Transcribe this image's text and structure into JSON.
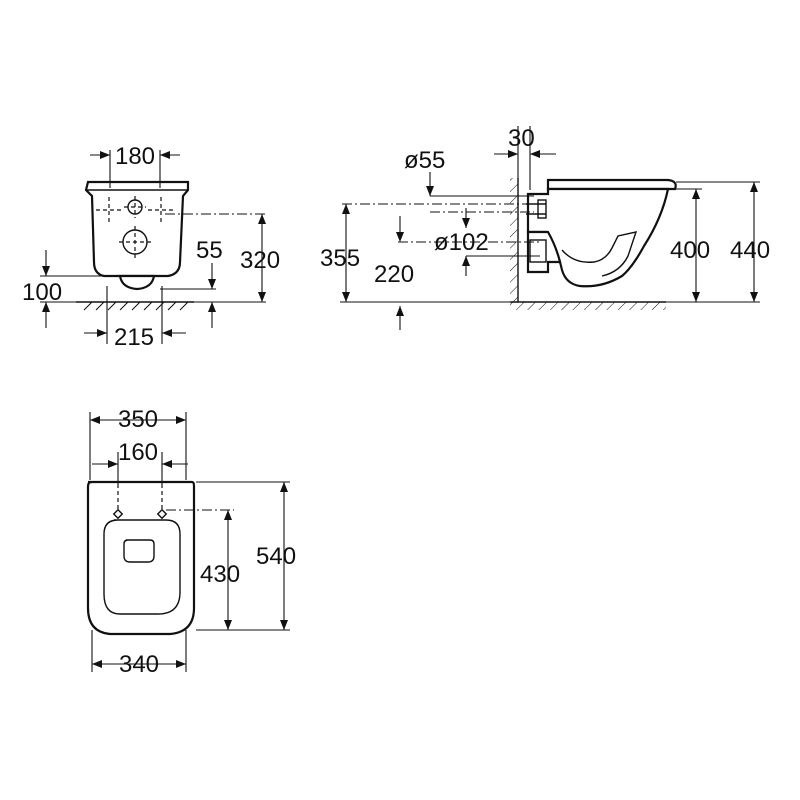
{
  "front_view": {
    "dimensions": {
      "top_width": "180",
      "outlet_offset": "55",
      "height_to_fixing": "320",
      "outlet_height": "100",
      "bottom_width": "215"
    }
  },
  "side_view": {
    "dimensions": {
      "wall_gap": "30",
      "inlet_diameter": "ø55",
      "outlet_diameter": "ø102",
      "inlet_height": "355",
      "outlet_height": "220",
      "rim_height": "400",
      "overall_height": "440"
    }
  },
  "top_view": {
    "dimensions": {
      "overall_width": "350",
      "fixing_spacing": "160",
      "fixing_depth": "430",
      "overall_depth": "540",
      "front_width": "340"
    }
  }
}
